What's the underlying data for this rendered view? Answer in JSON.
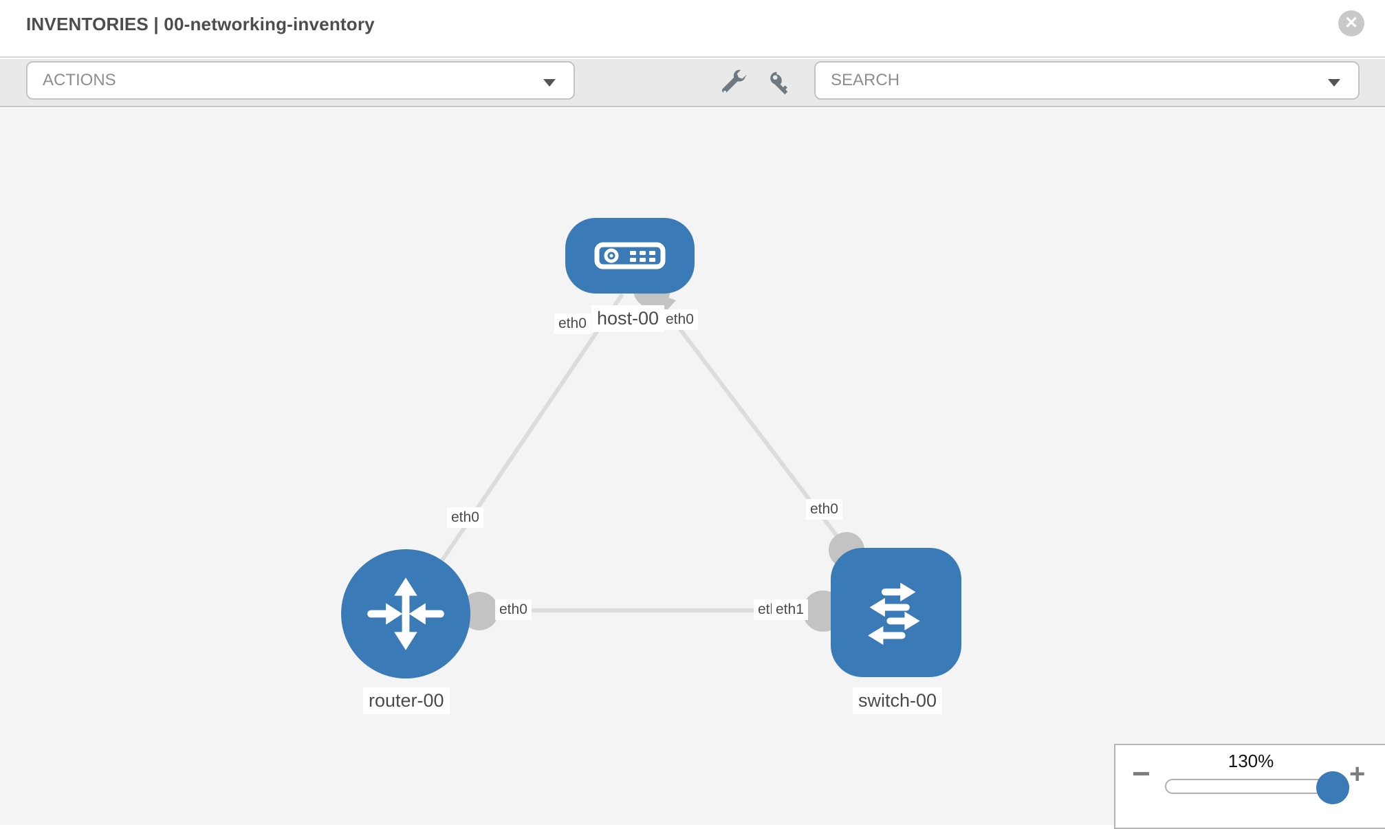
{
  "header": {
    "title": "INVENTORIES | 00-networking-inventory",
    "close_label": "✕"
  },
  "toolbar": {
    "actions_label": "ACTIONS",
    "search_label": "SEARCH",
    "icons": [
      "wrench-icon",
      "key-icon"
    ]
  },
  "topology": {
    "nodes": [
      {
        "id": "host-00",
        "type": "host",
        "label": "host-00"
      },
      {
        "id": "router-00",
        "type": "router",
        "label": "router-00"
      },
      {
        "id": "switch-00",
        "type": "switch",
        "label": "switch-00"
      }
    ],
    "links": [
      {
        "from": "host-00",
        "to": "router-00",
        "from_iface": "eth0",
        "to_iface": "eth0"
      },
      {
        "from": "host-00",
        "to": "switch-00",
        "from_iface": "eth0",
        "to_iface": "eth0"
      },
      {
        "from": "router-00",
        "to": "switch-00",
        "from_iface": "eth0",
        "to_iface": "eth1",
        "to_iface_overlap": "eth0"
      }
    ],
    "colors": {
      "node_fill": "#3a7ab6",
      "link": "#dcdcdc",
      "connector": "#c3c3c3"
    }
  },
  "zoom_control": {
    "value": "130%",
    "minus_label": "−",
    "plus_label": "+"
  }
}
